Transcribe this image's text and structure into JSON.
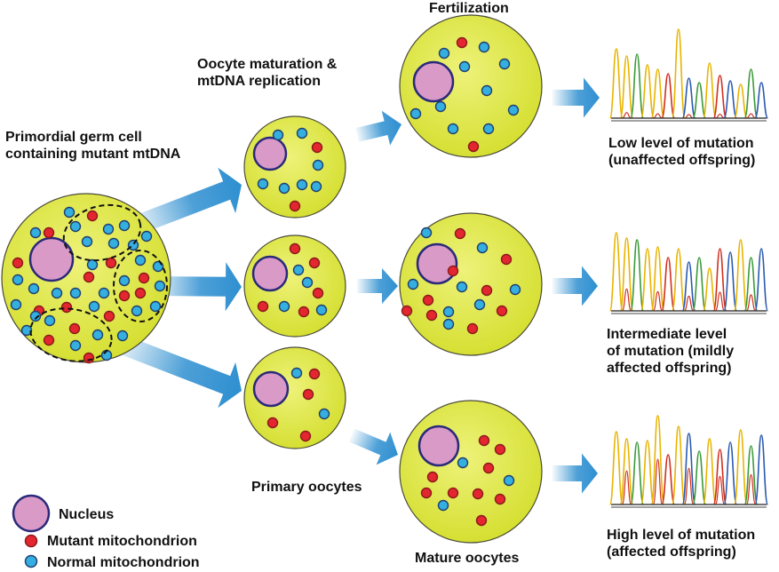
{
  "colors": {
    "cell_fill": "#dde63c",
    "cell_edge": "#4a4a3a",
    "nucleus_fill": "#d99ac8",
    "nucleus_edge": "#2a2a7a",
    "mutant": "#e3262f",
    "normal": "#35aee0",
    "arrow": "#2e8fd0"
  },
  "labels": {
    "primordial": [
      "Primordial germ cell",
      "containing mutant mtDNA"
    ],
    "maturation": [
      "Oocyte maturation &",
      "mtDNA replication"
    ],
    "fertilization": "Fertilization",
    "primary_oocytes": "Primary oocytes",
    "mature_oocytes": "Mature oocytes",
    "outcome_low": [
      "Low level of mutation",
      "(unaffected offspring)"
    ],
    "outcome_mid": [
      "Intermediate level",
      "of mutation (mildly",
      "affected offspring)"
    ],
    "outcome_high": [
      "High level of mutation",
      "(affected offspring)"
    ]
  },
  "legend": {
    "nucleus": "Nucleus",
    "mutant": "Mutant mitochondrion",
    "normal": "Normal mitochondrion"
  },
  "icons": [
    "nucleus-icon",
    "mutant-mitochondrion-icon",
    "normal-mitochondrion-icon",
    "arrow-icon",
    "sequencing-trace-icon"
  ],
  "outcomes": [
    {
      "level": "low",
      "mutant_fraction": 0.15
    },
    {
      "level": "intermediate",
      "mutant_fraction": 0.5
    },
    {
      "level": "high",
      "mutant_fraction": 0.85
    }
  ]
}
